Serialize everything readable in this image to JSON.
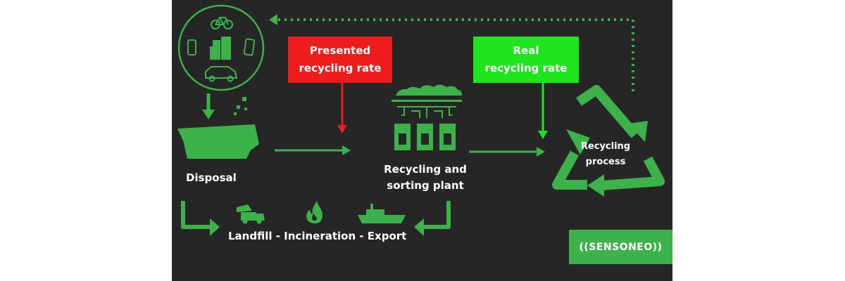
{
  "boxes": {
    "presented": {
      "line1": "Presented",
      "line2": "recycling rate",
      "color": "#ee1c1c"
    },
    "real": {
      "line1": "Real",
      "line2": "recycling rate",
      "color": "#1ee51e"
    }
  },
  "labels": {
    "disposal": "Disposal",
    "plant_line1": "Recycling and",
    "plant_line2": "sorting plant",
    "process_line1": "Recycling",
    "process_line2": "process",
    "destinations": "Landfill - Incineration - Export"
  },
  "logo": {
    "text": "((SENSONEO))"
  },
  "icons": [
    "bicycle-icon",
    "smartphone-icon",
    "building-icon",
    "tablet-icon",
    "car-icon",
    "dumpster-icon",
    "sorting-plant-icon",
    "recycling-symbol-icon",
    "truck-icon",
    "fire-icon",
    "ship-icon"
  ],
  "colors": {
    "background": "#262626",
    "green": "#3db14a",
    "red": "#ee1c1c",
    "bright_green": "#1ee51e"
  }
}
